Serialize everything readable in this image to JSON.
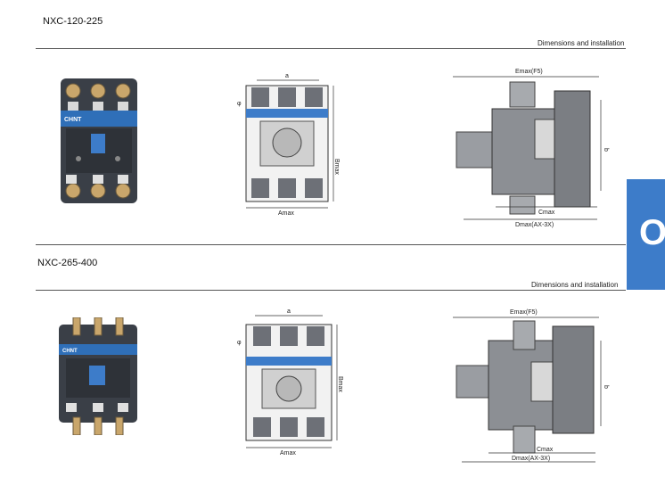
{
  "sections": [
    {
      "title": "NXC-120-225",
      "subtitle": "Dimensions and installation"
    },
    {
      "title": "NXC-265-400",
      "subtitle": "Dimensions and installation"
    }
  ],
  "dims": {
    "a": "a",
    "bmax": "Bmax",
    "amax": "Amax",
    "phi": "φ",
    "emax": "Emax(F5)",
    "b": "b",
    "cmax": "Cmax",
    "dmax": "Dmax(AX-3X)"
  },
  "brand": "CHNT",
  "side_tab_letter": "O",
  "colors": {
    "accent": "#3d7cc9",
    "device_dark": "#3a3f47",
    "device_gray": "#8c8f94"
  }
}
